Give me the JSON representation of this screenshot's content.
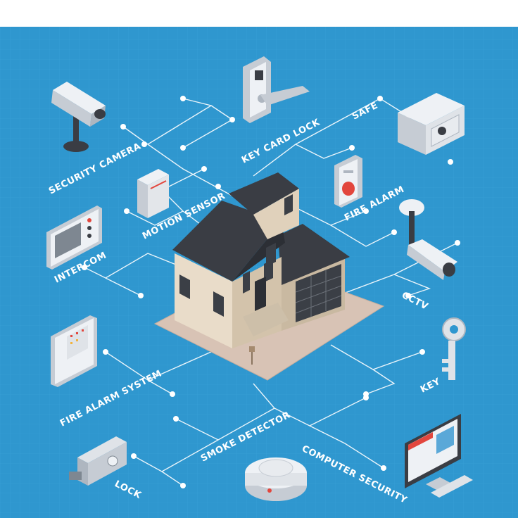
{
  "background": "#2f97cf",
  "colors": {
    "line": "#ffffff",
    "roof": "#3a3d44",
    "wall": "#e9dcc9",
    "wall_shade": "#c9b9a1",
    "ground": "#d8c3b5",
    "device_light": "#eef1f5",
    "device_mid": "#c6ccd4",
    "device_dark": "#7e8791",
    "alarm_red": "#e2463d"
  },
  "labels": {
    "security_camera": "SECURITY CAMERA",
    "key_card_lock": "KEY CARD LOCK",
    "safe": "SAFE",
    "motion_sensor": "MOTION SENSOR",
    "fire_alarm": "FIRE ALARM",
    "intercom": "INTERCOM",
    "cctv": "CCTV",
    "fire_alarm_system": "FIRE ALARM SYSTEM",
    "key": "KEY",
    "smoke_detector": "SMOKE DETECTOR",
    "computer_security": "COMPUTER SECURITY",
    "lock": "LOCK"
  },
  "icons": [
    "house-icon",
    "security-camera-icon",
    "key-card-lock-icon",
    "safe-icon",
    "motion-sensor-icon",
    "fire-alarm-icon",
    "intercom-icon",
    "cctv-icon",
    "fire-alarm-system-icon",
    "key-icon",
    "smoke-detector-icon",
    "computer-security-icon",
    "lock-icon"
  ]
}
